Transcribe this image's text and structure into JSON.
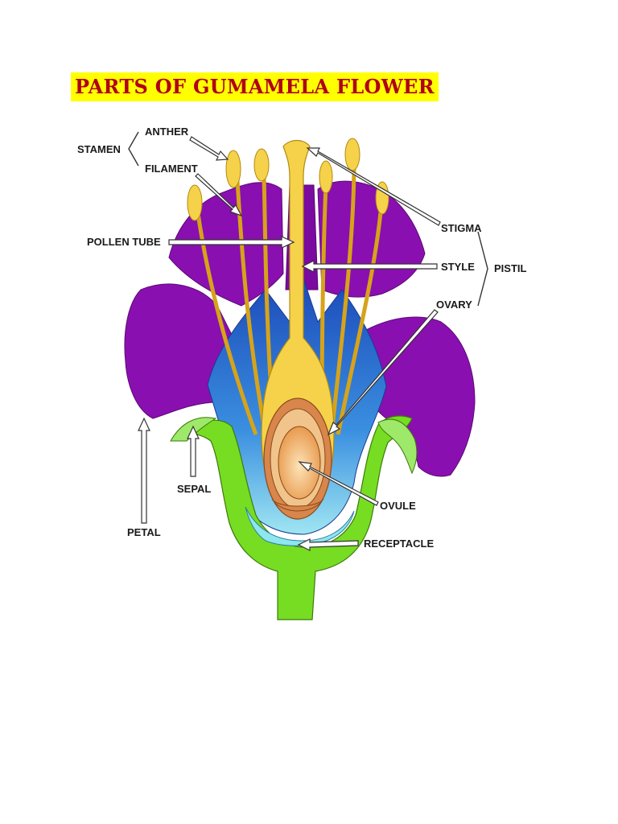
{
  "title": "PARTS OF GUMAMELA FLOWER",
  "labels": {
    "stamen": "STAMEN",
    "anther": "ANTHER",
    "filament": "FILAMENT",
    "pollen_tube": "POLLEN TUBE",
    "stigma": "STIGMA",
    "style": "STYLE",
    "pistil": "PISTIL",
    "ovary": "OVARY",
    "ovule": "OVULE",
    "receptacle": "RECEPTACLE",
    "sepal": "SEPAL",
    "petal": "PETAL"
  },
  "colors": {
    "title_bg": "#ffff00",
    "title_text": "#b0001a",
    "petal": "#8a0fb0",
    "sepal_receptacle": "#77dd22",
    "inner_blue": "#2a6ed8",
    "stamen_yellow": "#f5d24a",
    "ovary_orange": "#e9a860"
  }
}
